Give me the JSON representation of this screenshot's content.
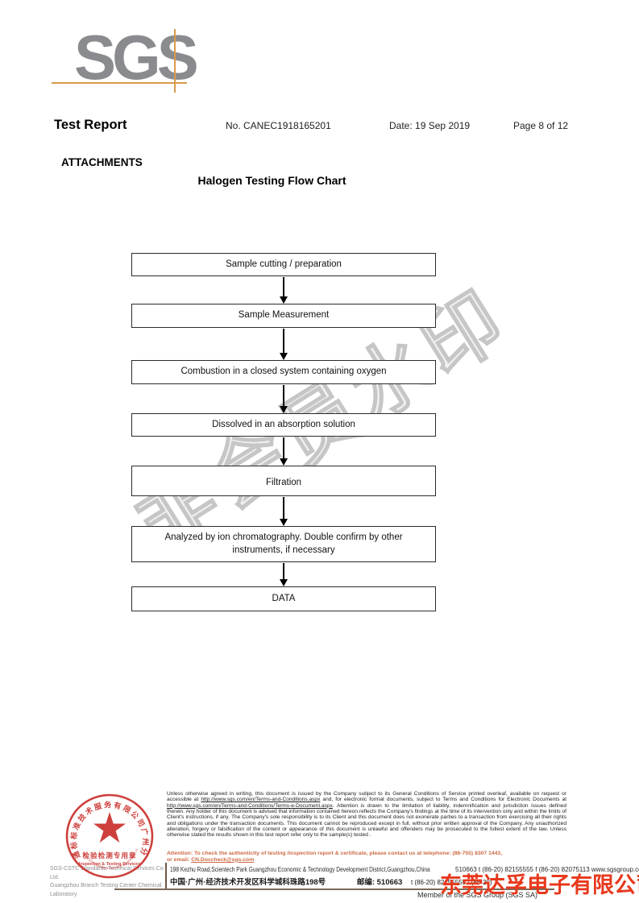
{
  "header": {
    "logo": "SGS",
    "title": "Test Report",
    "report_no": "No. CANEC1918165201",
    "date": "Date: 19 Sep 2019",
    "page_info": "Page 8 of 12",
    "section": "ATTACHMENTS",
    "chart_title": "Halogen Testing Flow Chart"
  },
  "watermark": "非会员水印",
  "flowchart": {
    "steps": [
      {
        "label": "Sample cutting / preparation"
      },
      {
        "label": "Sample Measurement"
      },
      {
        "label": "Combustion in a closed system containing oxygen"
      },
      {
        "label": "Dissolved in an absorption solution"
      },
      {
        "label": "Filtration"
      },
      {
        "label": "Analyzed by ion chromatography. Double confirm by other instruments, if necessary"
      },
      {
        "label": "DATA"
      }
    ]
  },
  "footer": {
    "stamp": {
      "ring_text_cn": "通标标准技术服务有限公司广州分公司",
      "ring_text_en": "SGS-CSTC Standards Technical Services Co., Ltd. Guangzhou Branch",
      "seal_cn": "检验检测专用章",
      "seal_en": "Inspection & Testing Services",
      "color": "#c9302c"
    },
    "company_line1": "SGS-CSTC Standards Technical Services Co., Ltd.",
    "company_line2": "Guangzhou Branch Testing Center Chemical Laboratory",
    "legal_segments": [
      {
        "t": "Unless otherwise agreed in writing, this document is issued by the Company subject to its General Conditions of Service printed overleaf, available on request or accessible at ",
        "u": false
      },
      {
        "t": "http://www.sgs.com/en/Terms-and-Conditions.aspx",
        "u": true
      },
      {
        "t": " and, for electronic format documents, subject to Terms and Conditions for Electronic Documents at ",
        "u": false
      },
      {
        "t": "http://www.sgs.com/en/Terms-and-Conditions/Terms-e-Document.aspx",
        "u": true
      },
      {
        "t": ". Attention is drawn to the limitation of liability, indemnification and jurisdiction issues defined therein. Any holder of this document is advised that information contained hereon reflects the Company's findings at the time of its intervention only and within the limits of Client's instructions, if any. The Company's sole responsibility is to its Client and this document does not exonerate parties to a transaction from exercising all their rights and obligations under the transaction documents. This document cannot be reproduced except in full, without prior written approval of the Company. Any unauthorized alteration, forgery or falsification of the content or appearance of this document is unlawful and offenders may be prosecuted to the fullest extent of the law. Unless otherwise stated the results shown in this test report refer only to the sample(s) tested .",
        "u": false
      }
    ],
    "attention_line1": "Attention: To check the authenticity of testing /inspection report & certificate, please contact us at telephone: (86-755) 8307 1443,",
    "attention_line2_label": "or email: ",
    "attention_email": "CN.Doccheck@sgs.com",
    "address_en": "198 Kezhu Road,Scientech Park Guangzhou Economic & Technology Development District,Guangzhou,China",
    "address_en_rest": "510663   t (86-20) 82155555   f (86-20) 82075113    www.sgsgroup.com.cn",
    "address_cn": "中国·广州·经济技术开发区科学城科珠路198号",
    "address_cn_postal": "邮编: 510663",
    "address_cn_contacts": "t (86-20) 82155555   f (86-20)",
    "member_line": "Member of the SGS Group (SGS SA)"
  },
  "overlay": {
    "company_cn": "东莞达孚电子有限公司"
  }
}
